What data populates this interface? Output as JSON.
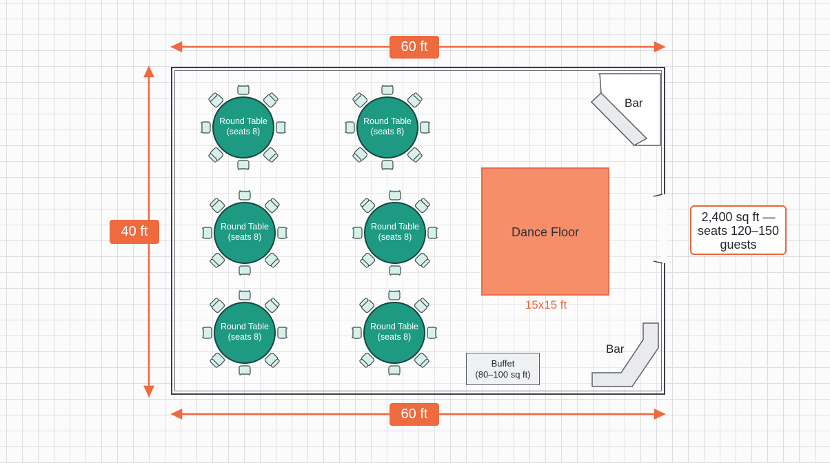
{
  "dimensions": {
    "top_width": "60 ft",
    "bottom_width": "60 ft",
    "depth": "40 ft"
  },
  "tables": [
    {
      "title": "Round Table",
      "capacity": "(seats 8)",
      "seats": 8
    },
    {
      "title": "Round Table",
      "capacity": "(seats 8)",
      "seats": 8
    },
    {
      "title": "Round Table",
      "capacity": "(seats 8)",
      "seats": 8
    },
    {
      "title": "Round Table",
      "capacity": "(seats 8)",
      "seats": 8
    },
    {
      "title": "Round Table",
      "capacity": "(seats 8)",
      "seats": 8
    },
    {
      "title": "Round Table",
      "capacity": "(seats 8)",
      "seats": 8
    }
  ],
  "dance_floor": {
    "label": "Dance Floor",
    "size": "15x15 ft"
  },
  "bars": [
    {
      "label": "Bar"
    },
    {
      "label": "Bar"
    }
  ],
  "buffet": {
    "label": "Buffet",
    "area": "(80–100 sq ft)"
  },
  "capacity_note": {
    "line1": "2,400 sq ft —",
    "line2": "seats 120–150",
    "line3": "guests"
  },
  "colors": {
    "accent": "#ee6a3f",
    "table": "#1e9a82",
    "chair": "#d8f0ea",
    "dance_floor": "#f68a62",
    "wall": "#3d3f46",
    "grid": "#dcdde3"
  }
}
